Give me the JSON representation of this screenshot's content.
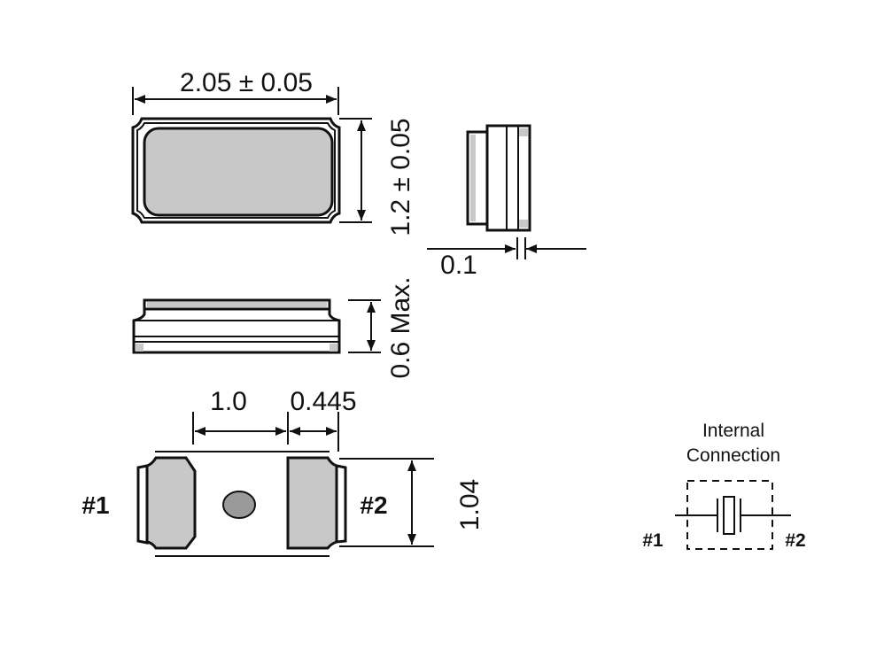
{
  "top_view": {
    "width_dim": "2.05 ± 0.05",
    "height_dim": "1.2 ± 0.05"
  },
  "side_view": {
    "terminal_dim": "0.1"
  },
  "front_view": {
    "height_dim": "0.6 Max."
  },
  "bottom_view": {
    "gap_dim": "1.0",
    "pad_dim": "0.445",
    "pad_height_dim": "1.04",
    "pin1_label": "#1",
    "pin2_label": "#2"
  },
  "internal_connection": {
    "title_line1": "Internal",
    "title_line2": "Connection",
    "pin1_label": "#1",
    "pin2_label": "#2",
    "symbol": "crystal-resonator-icon"
  },
  "colors": {
    "fill": "#c8c8c8",
    "line": "#111111"
  }
}
